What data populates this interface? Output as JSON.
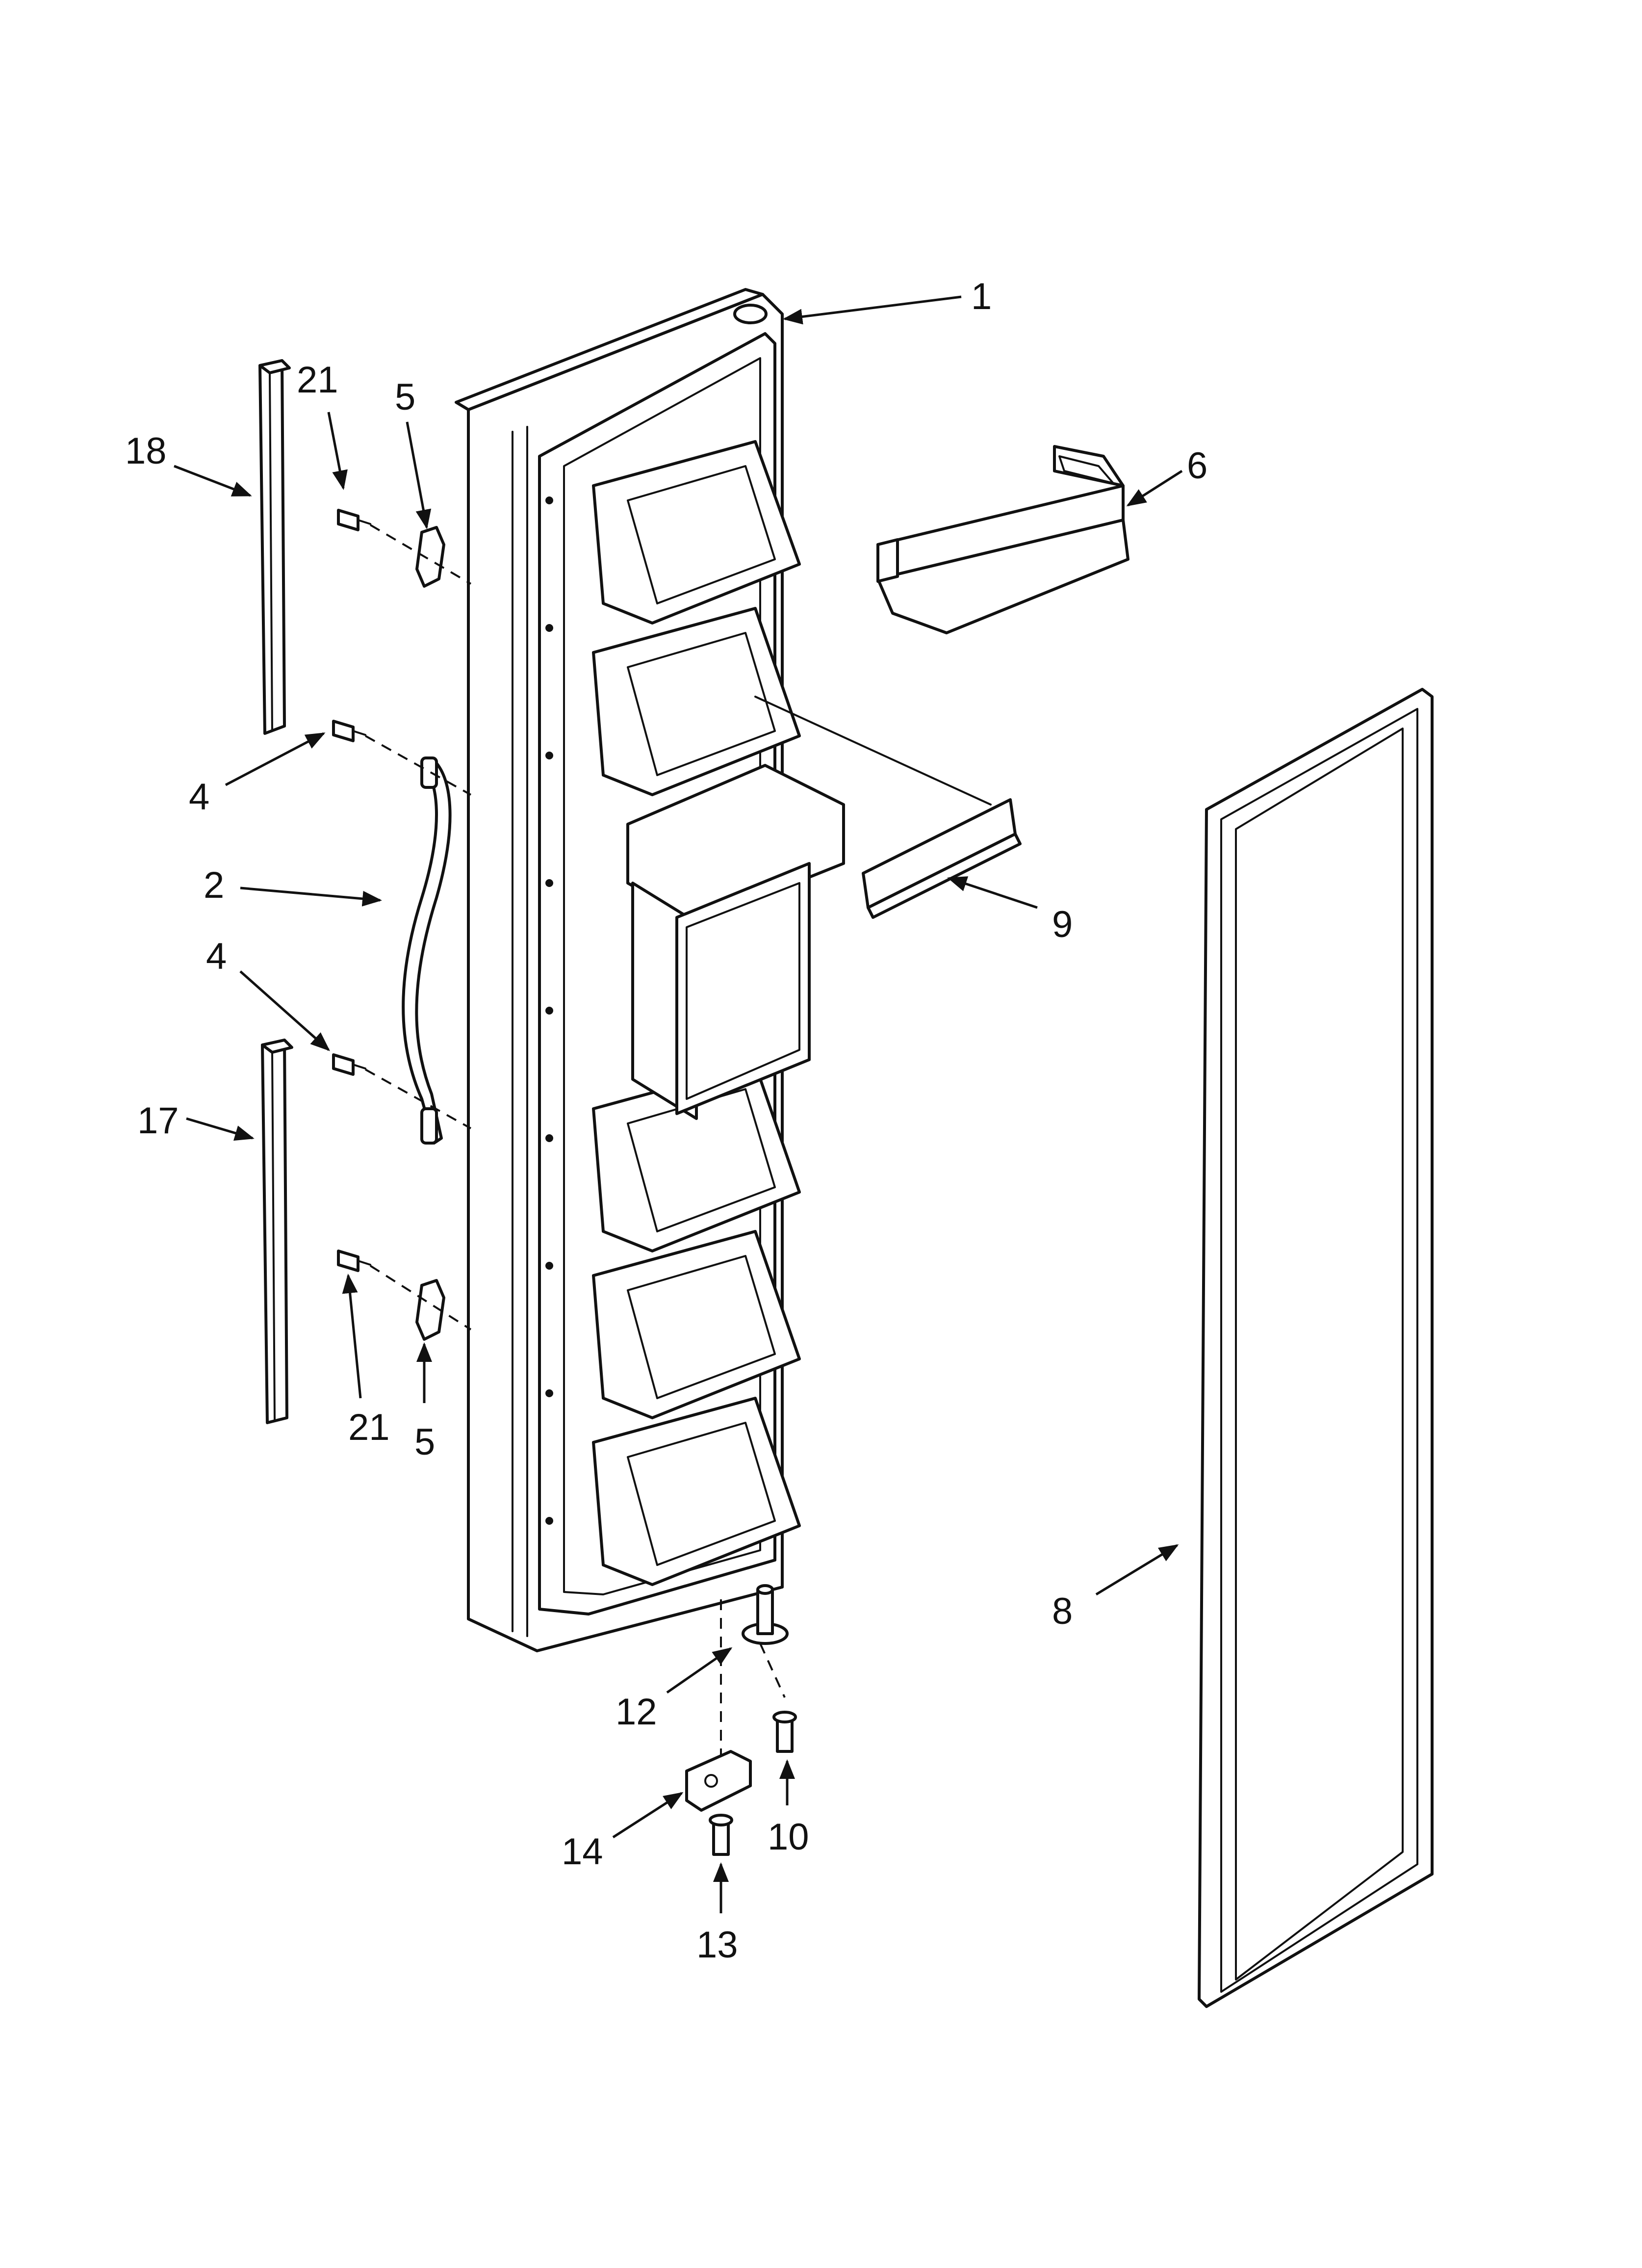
{
  "callouts": {
    "c1": "1",
    "c2": "2",
    "c4a": "4",
    "c4b": "4",
    "c5a": "5",
    "c5b": "5",
    "c6": "6",
    "c8": "8",
    "c9": "9",
    "c10": "10",
    "c12": "12",
    "c13": "13",
    "c14": "14",
    "c17": "17",
    "c18": "18",
    "c21a": "21",
    "c21b": "21"
  },
  "colors": {
    "line": "#111111",
    "background": "#ffffff"
  }
}
